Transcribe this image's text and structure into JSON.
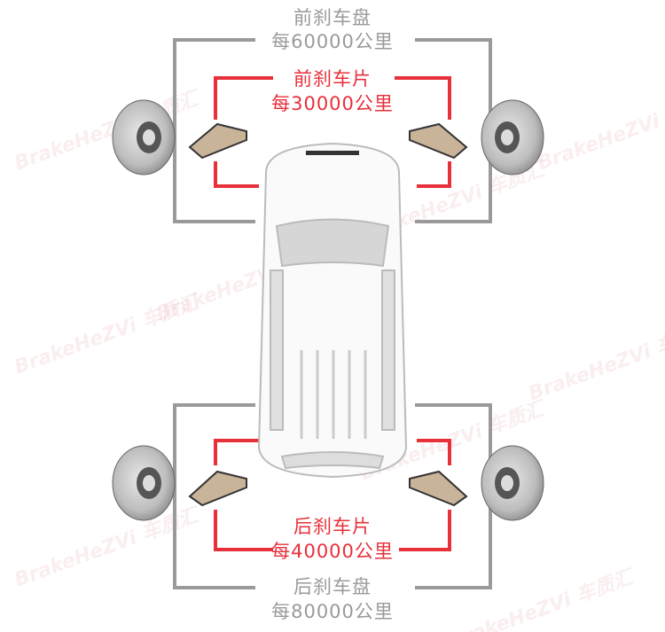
{
  "front_disc": {
    "title": "前刹车盘",
    "interval": "每60000公里"
  },
  "front_pad": {
    "title": "前刹车片",
    "interval": "每30000公里"
  },
  "rear_pad": {
    "title": "后刹车片",
    "interval": "每40000公里"
  },
  "rear_disc": {
    "title": "后刹车盘",
    "interval": "每80000公里"
  },
  "watermark": "BrakeHeZVi 车质汇",
  "colors": {
    "gray": "#9a9a9a",
    "red": "#e8303a",
    "pad": "#c9b49a",
    "disc": "#b8b8b8"
  }
}
